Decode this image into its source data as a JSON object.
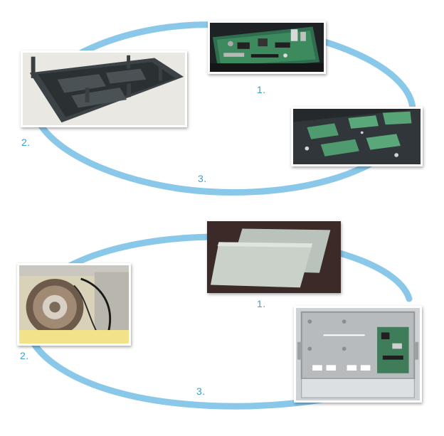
{
  "colors": {
    "ring": "#8ac8ea",
    "label": "#3aa0cf"
  },
  "cycle_top": {
    "steps": [
      {
        "label": "1.",
        "photo": "assembled-circuit-board-photo"
      },
      {
        "label": "2.",
        "photo": "dark-fixture-frame-photo"
      },
      {
        "label": "3.",
        "photo": "board-fixture-with-cutouts-photo"
      }
    ]
  },
  "cycle_bottom": {
    "steps": [
      {
        "label": "1.",
        "photo": "gray-sheet-material-photo"
      },
      {
        "label": "2.",
        "photo": "machine-with-spindle-photo"
      },
      {
        "label": "3.",
        "photo": "metal-tray-with-board-photo"
      }
    ]
  }
}
